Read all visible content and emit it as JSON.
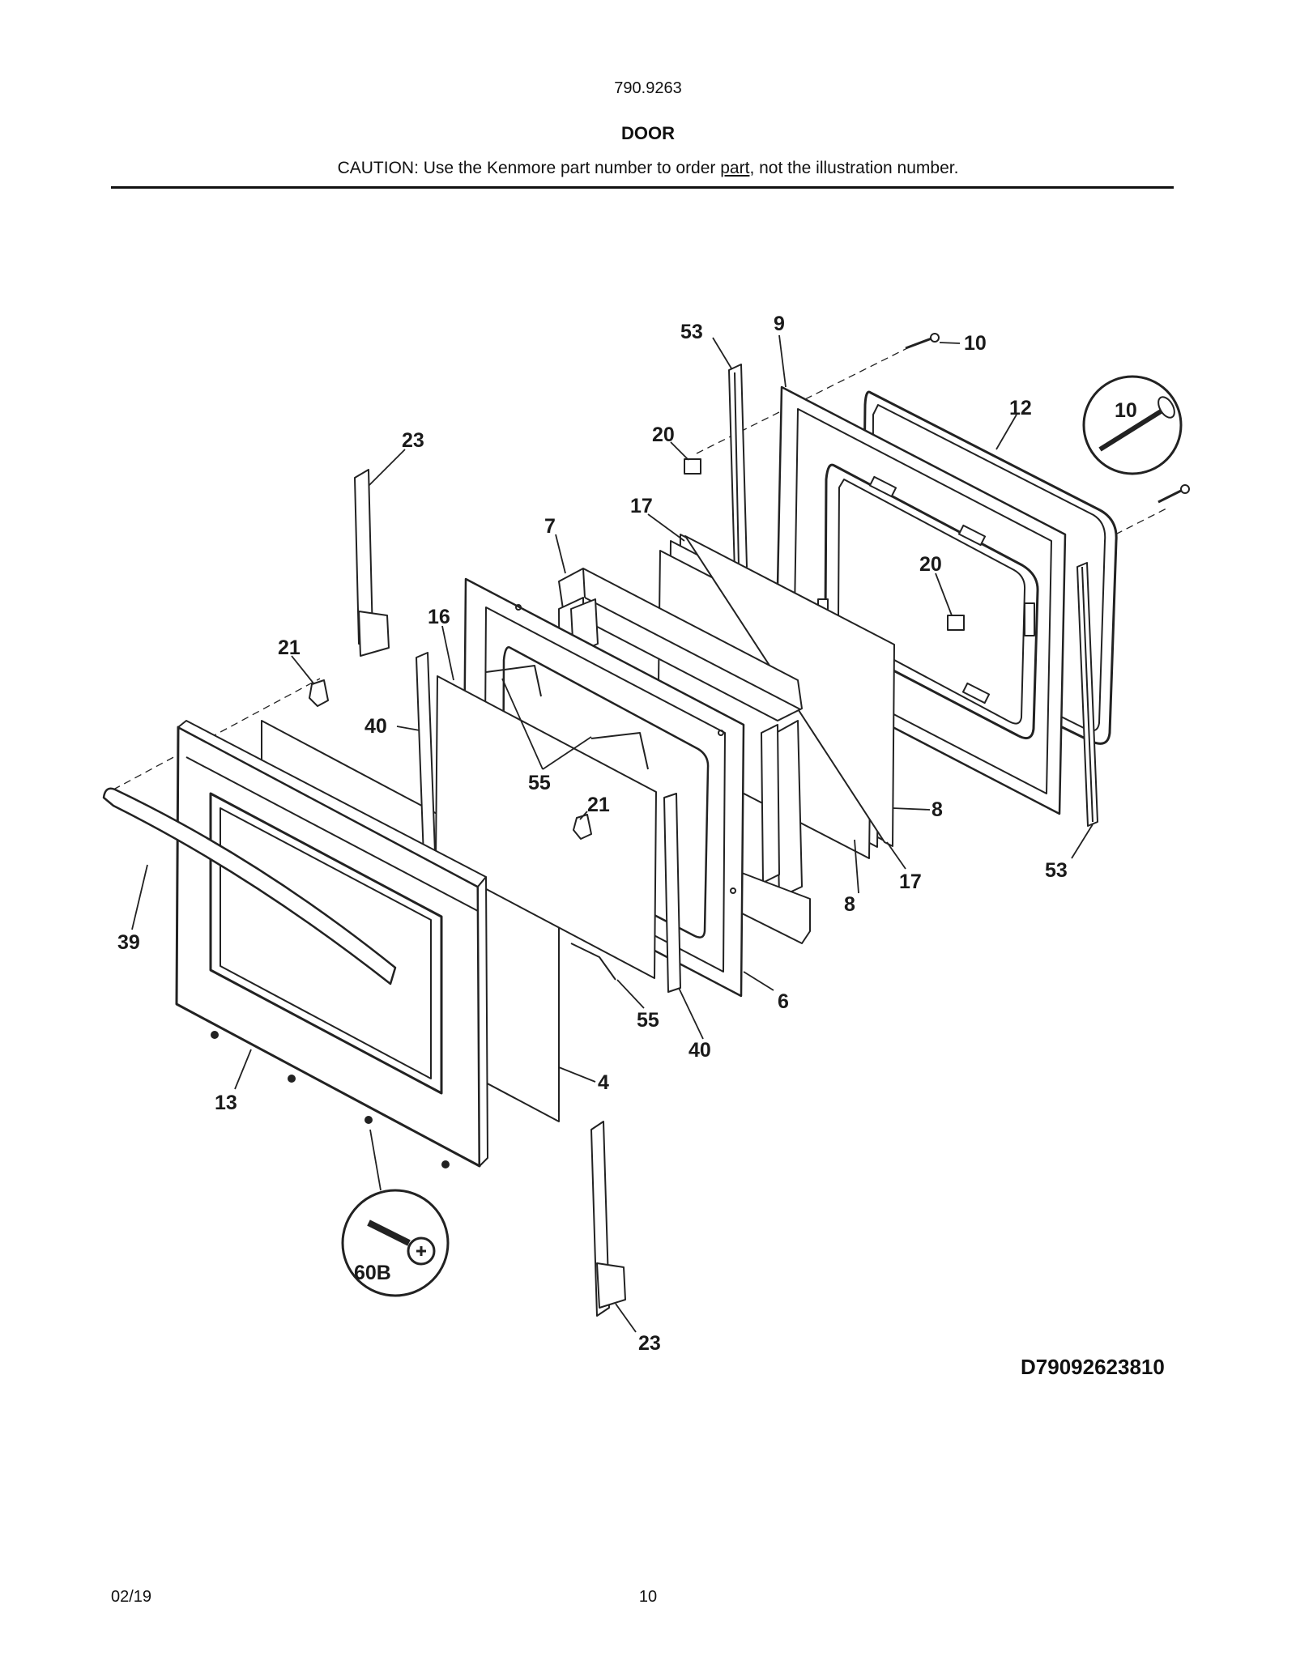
{
  "header": {
    "model_number": "790.9263",
    "section_title": "DOOR",
    "caution_prefix": "CAUTION: Use the Kenmore part number to order ",
    "caution_emphasis": "part",
    "caution_suffix": ", not the illustration number."
  },
  "diagram": {
    "code": "D79092623810",
    "callouts": {
      "c53_top": "53",
      "c9": "9",
      "c10_screw": "10",
      "c12": "12",
      "c10_inset": "10",
      "c23_top": "23",
      "c20_top": "20",
      "c17_top": "17",
      "c7": "7",
      "c20_mid": "20",
      "c16": "16",
      "c21_left": "21",
      "c40_left": "40",
      "c55_mid": "55",
      "c21_mid": "21",
      "c8_right": "8",
      "c8_lower": "8",
      "c17_lower": "17",
      "c53_lower": "53",
      "c39": "39",
      "c6": "6",
      "c55_lower": "55",
      "c40_lower": "40",
      "c4": "4",
      "c13": "13",
      "c60b": "60B",
      "c23_bottom": "23"
    }
  },
  "footer": {
    "date": "02/19",
    "page": "10"
  }
}
